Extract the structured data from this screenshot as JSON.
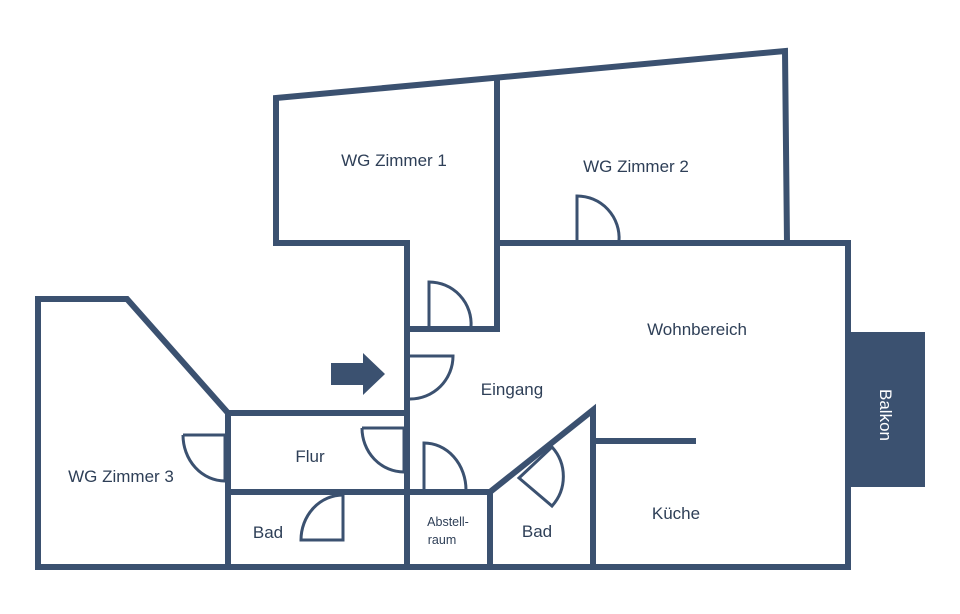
{
  "colors": {
    "wall": "#3b5170",
    "text": "#2e3f57",
    "balkon_fill": "#3b5170",
    "balkon_text": "#ffffff",
    "background": "#ffffff"
  },
  "rooms": {
    "wg_zimmer_1": "WG Zimmer 1",
    "wg_zimmer_2": "WG Zimmer 2",
    "wg_zimmer_3": "WG Zimmer 3",
    "wohnbereich": "Wohnbereich",
    "eingang": "Eingang",
    "flur": "Flur",
    "bad_left": "Bad",
    "bad_right": "Bad",
    "abstellraum_line1": "Abstell-",
    "abstellraum_line2": "raum",
    "kueche": "Küche",
    "balkon": "Balkon"
  },
  "icons": {
    "entrance_arrow": "arrow-right-icon"
  }
}
